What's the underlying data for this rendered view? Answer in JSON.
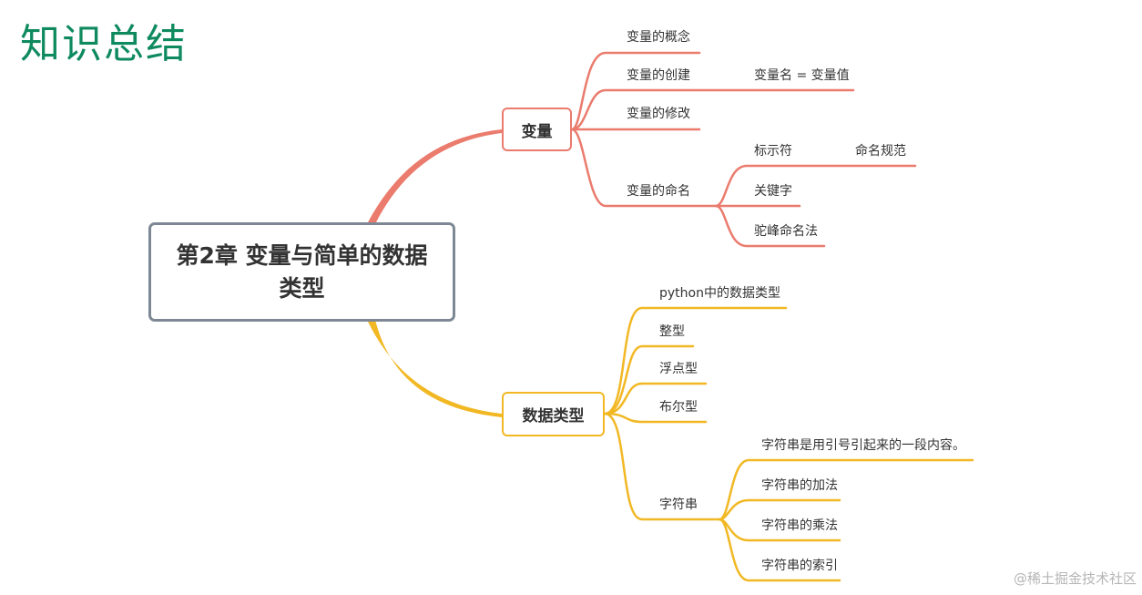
{
  "page_title": "知识总结",
  "watermark": "@稀土掘金技术社区",
  "colors": {
    "title": "#0f8a5f",
    "branch_variable": "#ea7b6d",
    "branch_datatype": "#f2b824",
    "root_border": "#7d8894"
  },
  "root": {
    "label": "第2章 变量与简单的数据类型"
  },
  "variable": {
    "label": "变量",
    "concept": "变量的概念",
    "create": "变量的创建",
    "create_detail": "变量名 = 变量值",
    "modify": "变量的修改",
    "naming": "变量的命名",
    "identifier": "标示符",
    "naming_rule": "命名规范",
    "keyword": "关键字",
    "camel": "驼峰命名法"
  },
  "datatype": {
    "label": "数据类型",
    "python_types": "python中的数据类型",
    "int": "整型",
    "float": "浮点型",
    "bool": "布尔型",
    "string": "字符串",
    "str_def": "字符串是用引号引起来的一段内容。",
    "str_add": "字符串的加法",
    "str_mul": "字符串的乘法",
    "str_index": "字符串的索引"
  }
}
